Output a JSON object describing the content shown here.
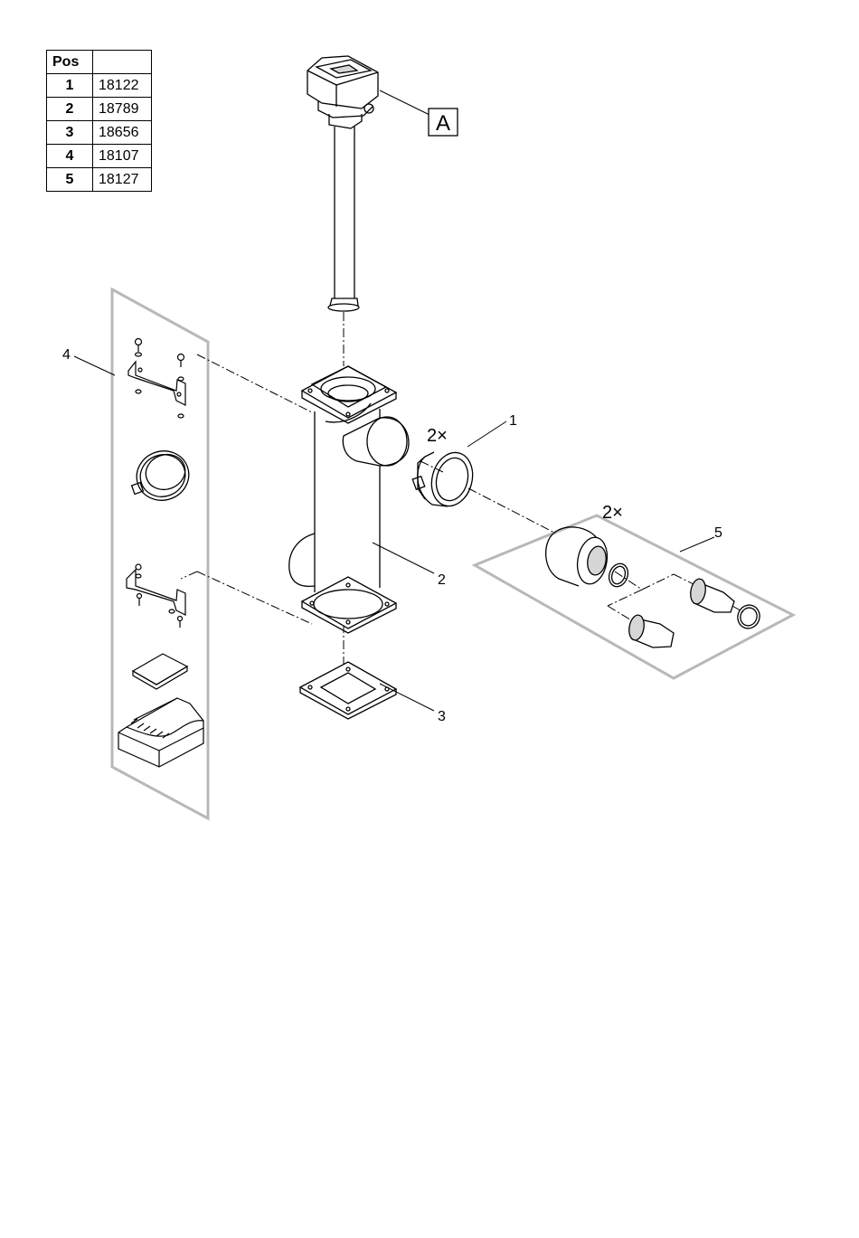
{
  "parts_table": {
    "header_pos": "Pos",
    "header_number": "",
    "rows": [
      {
        "pos": "1",
        "number": "18122"
      },
      {
        "pos": "2",
        "number": "18789"
      },
      {
        "pos": "3",
        "number": "18656"
      },
      {
        "pos": "4",
        "number": "18107"
      },
      {
        "pos": "5",
        "number": "18127"
      }
    ]
  },
  "callouts": {
    "part1": "1",
    "part2": "2",
    "part3": "3",
    "part4": "4",
    "part5": "5",
    "multiplier_part1": "2×",
    "multiplier_part5": "2×",
    "detail_ref": "A"
  },
  "colors": {
    "line": "#000000",
    "panel": "#b8b8b8",
    "shade": "#d6d6d6"
  }
}
